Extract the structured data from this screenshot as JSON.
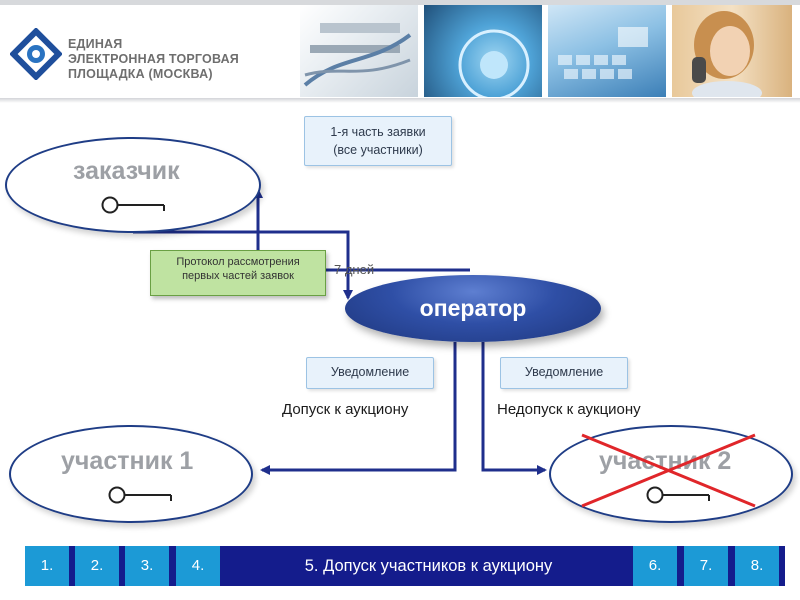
{
  "header": {
    "logo_lines": [
      "ЕДИНАЯ",
      "ЭЛЕКТРОННАЯ ТОРГОВАЯ",
      "ПЛОЩАДКА (МОСКВА)"
    ]
  },
  "diagram": {
    "customer": "заказчик",
    "operator": "оператор",
    "participant1": "участник 1",
    "participant2": "участник 2",
    "callout_first_part": [
      "1-я часть заявки",
      "(все участники)"
    ],
    "protocol_note": [
      "Протокол рассмотрения",
      "первых частей заявок"
    ],
    "days": "7 дней",
    "notice_left": "Уведомление",
    "notice_right": "Уведомление",
    "admission": "Допуск к аукциону",
    "non_admission": "Недопуск к аукциону"
  },
  "nav": {
    "items": [
      "1.",
      "2.",
      "3.",
      "4.",
      "6.",
      "7.",
      "8."
    ],
    "current": "5. Допуск участников к аукциону"
  },
  "colors": {
    "arrow": "#1f2f8c",
    "cross": "#e0262a",
    "nav_dark": "#141c8c",
    "nav_button": "#1c9ad6"
  }
}
